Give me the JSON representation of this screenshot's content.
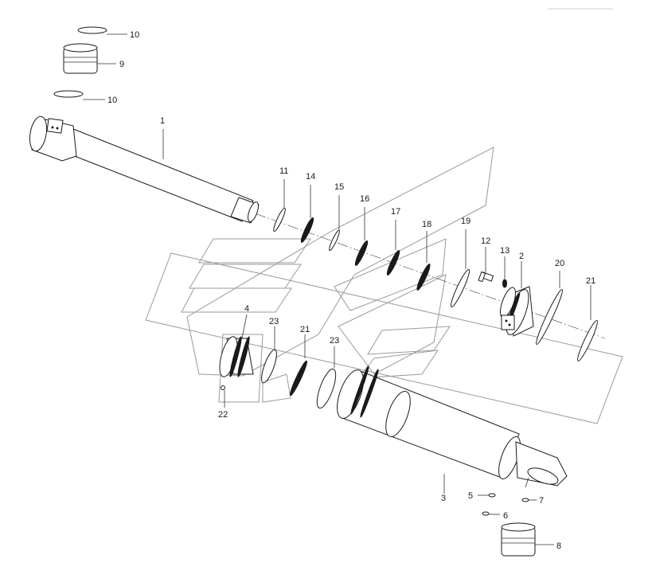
{
  "callouts": {
    "c1": "1",
    "c2": "2",
    "c3": "3",
    "c4": "4",
    "c5": "5",
    "c6": "6",
    "c7": "7",
    "c8": "8",
    "c9": "9",
    "c10a": "10",
    "c10b": "10",
    "c11": "11",
    "c12": "12",
    "c13": "13",
    "c14": "14",
    "c15": "15",
    "c16": "16",
    "c17": "17",
    "c18": "18",
    "c19": "19",
    "c20": "20",
    "c21a": "21",
    "c21b": "21",
    "c22": "22",
    "c23a": "23",
    "c23b": "23"
  }
}
